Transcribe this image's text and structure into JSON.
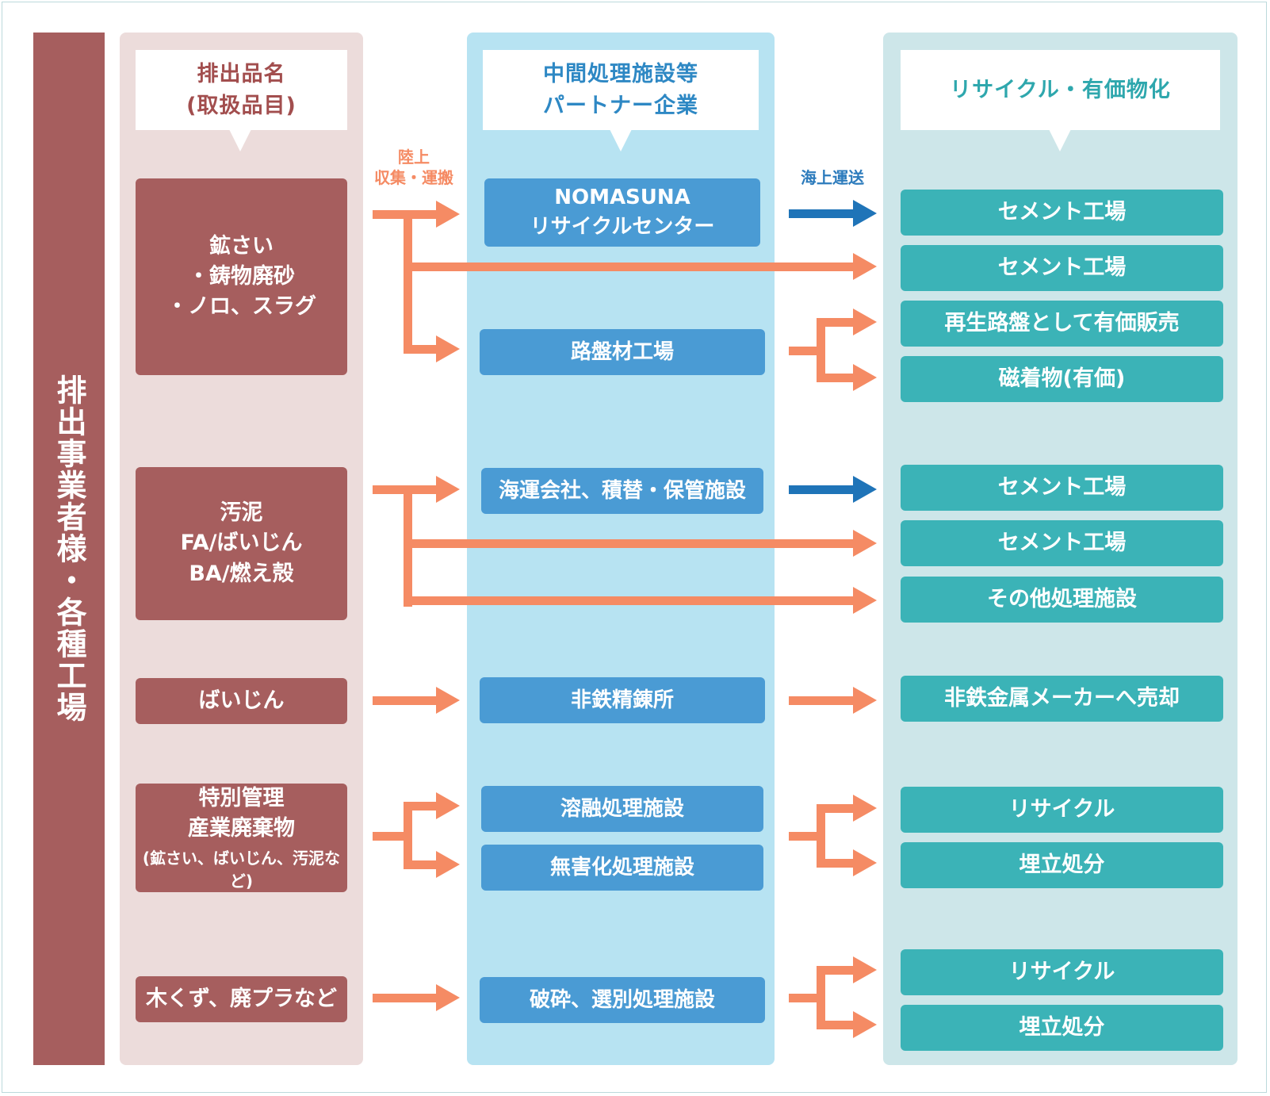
{
  "side_label": "排出事業者様・各種工場",
  "headers": {
    "sources": "排出品名\n(取扱品目)",
    "partners": "中間処理施設等\nパートナー企業",
    "recycle": "リサイクル・有価物化"
  },
  "transport_labels": {
    "land": "陸上\n収集・運搬",
    "sea": "海上運送"
  },
  "sources": {
    "s1": "鉱さい\n・鋳物廃砂\n・ノロ、スラグ",
    "s2": "汚泥\nFA/ばいじん\nBA/燃え殻",
    "s3": "ばいじん",
    "s4": "特別管理\n産業廃棄物",
    "s4_sub": "(鉱さい、ばいじん、汚泥など)",
    "s5": "木くず、廃プラなど"
  },
  "partners": {
    "p1": "NOMASUNA\nリサイクルセンター",
    "p2": "路盤材工場",
    "p3": "海運会社、積替・保管施設",
    "p4": "非鉄精錬所",
    "p5": "溶融処理施設",
    "p6": "無害化処理施設",
    "p7": "破砕、選別処理施設"
  },
  "recycle": {
    "r1": "セメント工場",
    "r2": "セメント工場",
    "r3": "再生路盤として有価販売",
    "r4": "磁着物(有価)",
    "r5": "セメント工場",
    "r6": "セメント工場",
    "r7": "その他処理施設",
    "r8": "非鉄金属メーカーへ売却",
    "r9": "リサイクル",
    "r10": "埋立処分",
    "r11": "リサイクル",
    "r12": "埋立処分"
  },
  "colors": {
    "land_arrow": "#f58b64",
    "sea_arrow": "#1f74b8",
    "source_box": "#a65e5e",
    "partner_box": "#4a9bd4",
    "recycle_box": "#3bb3b7"
  }
}
